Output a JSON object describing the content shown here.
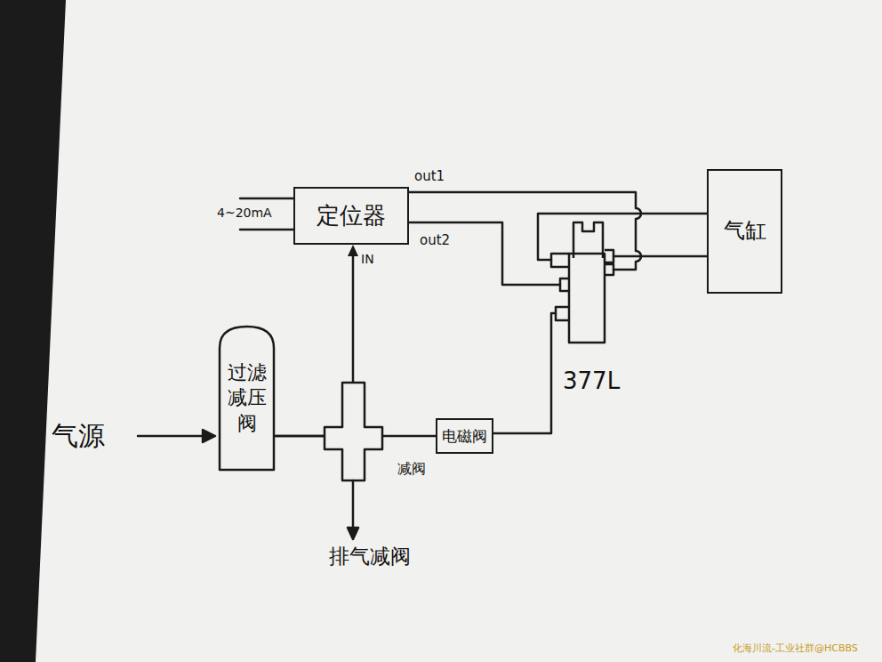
{
  "diagram": {
    "nodes": [
      {
        "text": [
          "过滤减压阀"
        ]
      },
      {
        "text": [
          "定位器"
        ]
      },
      {
        "text": [
          "电磁阀"
        ]
      },
      {
        "text": [
          "气缸"
        ]
      },
      {
        "text": [
          "377L"
        ]
      }
    ],
    "edges": [
      {
        "from": 0,
        "to": 1,
        "arrow": "to"
      },
      {
        "from": 0,
        "to": 2,
        "arrow": "none"
      },
      {
        "from": 2,
        "to": 4,
        "arrow": "none"
      },
      {
        "from": 1,
        "to": 4,
        "arrow": "none"
      },
      {
        "from": 1,
        "to": 4,
        "arrow": "none"
      },
      {
        "from": 4,
        "to": 3,
        "arrow": "none"
      },
      {
        "from": 4,
        "to": 3,
        "arrow": "none"
      }
    ],
    "labels": [
      "气源",
      "4~20mA",
      "out1",
      "out2",
      "IN",
      "减阀",
      "排气减阀",
      "化海川流-工业社群@HCBBS"
    ]
  }
}
